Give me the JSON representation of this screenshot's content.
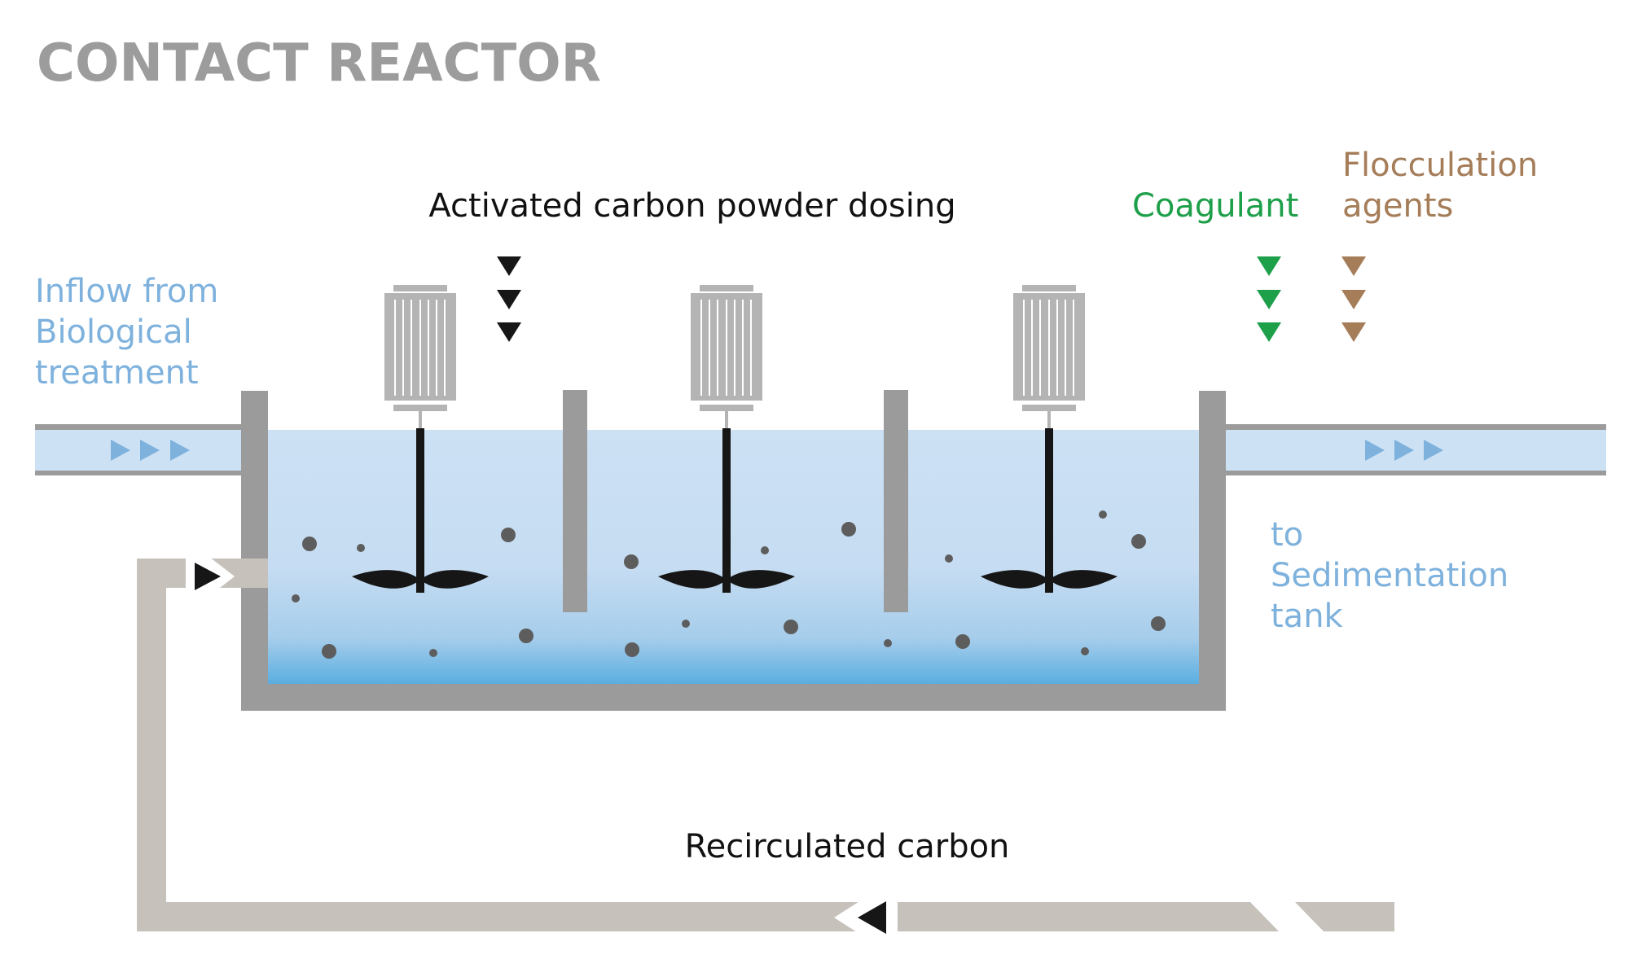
{
  "title": "CONTACT REACTOR",
  "labels": {
    "dosing": "Activated carbon powder dosing",
    "coagulant": "Coagulant",
    "flocculation": "Flocculation\nagents",
    "inflow": "Inflow from\nBiological\ntreatment",
    "outflow": "to\nSedimentation\ntank",
    "recirculated": "Recirculated carbon"
  },
  "colors": {
    "wall": "#9b9b9b",
    "water_top": "#cde1f4",
    "water_bottom": "#5aaee0",
    "pipe_water": "#cde1f4",
    "flow_arrow": "#7eb2dd",
    "motor": "#b4b4b4",
    "impeller": "#161616",
    "particle": "#5d5d5d",
    "recirc_pipe": "#c6c2bb",
    "dosing_arrow": "#161616",
    "coagulant_arrow": "#1e9f4a",
    "flocculation_arrow": "#a57d59"
  },
  "diagram": {
    "chambers": 3,
    "mixers": 3,
    "baffles": 2,
    "dosing_arrows_each": 3,
    "inflow_arrows": 3,
    "outflow_arrows": 3
  }
}
